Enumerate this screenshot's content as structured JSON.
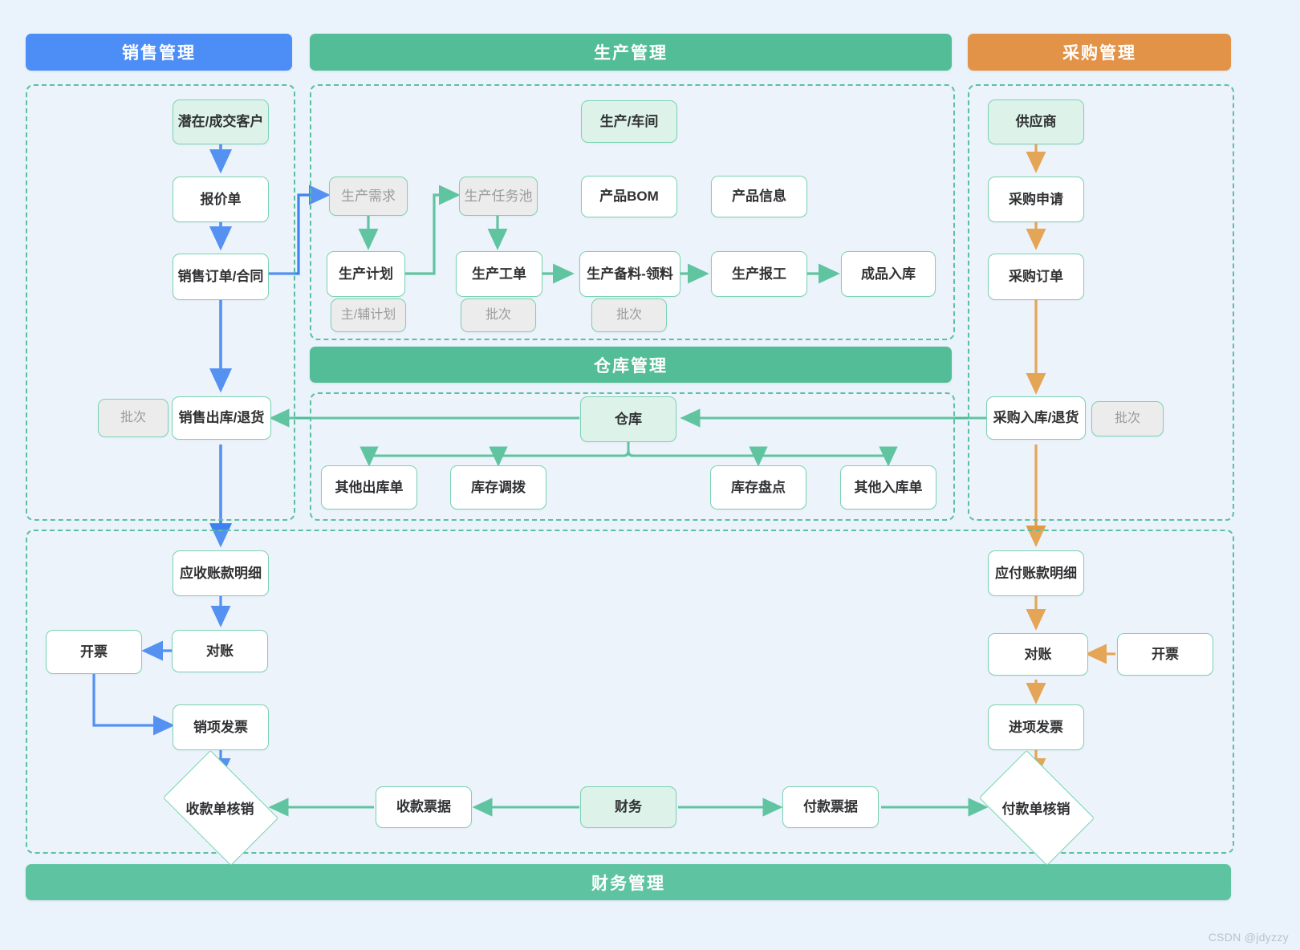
{
  "colors": {
    "background": "#eaf2fb",
    "sales_accent": "#4c8df6",
    "production_accent": "#53bd97",
    "purchase_accent": "#e29348",
    "warehouse_accent": "#53bd97",
    "finance_accent": "#5dc3a0",
    "node_border": "#7bd3b1",
    "node_fill": "#ffffff",
    "node_fill_light": "#ddf3ea",
    "tag_fill": "#ececec",
    "tag_text": "#9b9b9b"
  },
  "headers": {
    "sales": "销售管理",
    "production": "生产管理",
    "purchase": "采购管理",
    "warehouse": "仓库管理",
    "finance": "财务管理"
  },
  "sales": {
    "customer": "潜在/成交客户",
    "quotation": "报价单",
    "sales_order": "销售订单/合同",
    "batch_tag": "批次",
    "sales_outbound": "销售出库/退货"
  },
  "production": {
    "demand": "生产需求",
    "plan": "生产计划",
    "plan_tag": "主/辅计划",
    "task_pool": "生产任务池",
    "work_order": "生产工单",
    "work_order_tag": "批次",
    "material_prep": "生产备料-领料",
    "material_prep_tag": "批次",
    "report_work": "生产报工",
    "finished_goods_in": "成品入库",
    "workshop": "生产/车间",
    "bom": "产品BOM",
    "product_info": "产品信息"
  },
  "purchase": {
    "supplier": "供应商",
    "requisition": "采购申请",
    "order": "采购订单",
    "inbound": "采购入库/退货",
    "batch_tag": "批次"
  },
  "warehouse": {
    "hub": "仓库",
    "other_outbound": "其他出库单",
    "transfer": "库存调拨",
    "stocktake": "库存盘点",
    "other_inbound": "其他入库单"
  },
  "finance": {
    "ar_detail": "应收账款明细",
    "ar_recon": "对账",
    "ar_invoicing": "开票",
    "output_invoice": "销项发票",
    "receipt_writeoff": "收款单核销",
    "receipt_bill": "收款票据",
    "finance_hub": "财务",
    "payment_bill": "付款票据",
    "payment_writeoff": "付款单核销",
    "ap_detail": "应付账款明细",
    "ap_recon": "对账",
    "ap_invoicing": "开票",
    "input_invoice": "进项发票"
  },
  "watermark": "CSDN @jdyzzy"
}
